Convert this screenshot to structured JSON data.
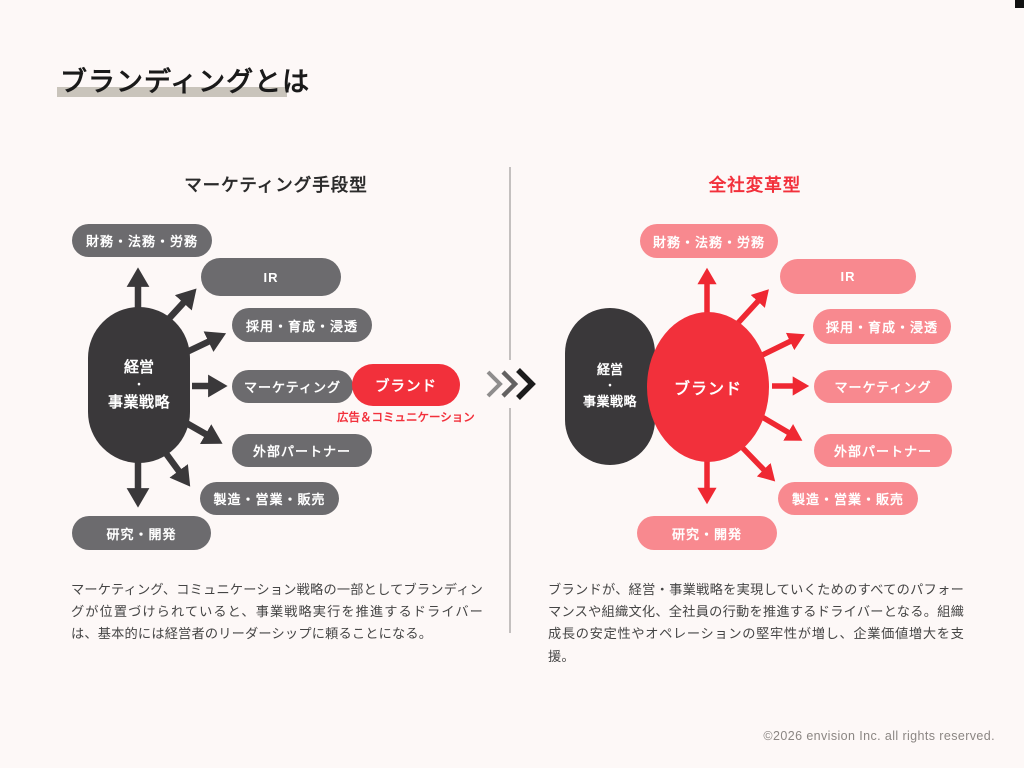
{
  "slide": {
    "title": "ブランディングとは",
    "footer": "©2026 envision Inc. all rights reserved."
  },
  "colors": {
    "background": "#FDF8F7",
    "accent_red": "#F2303B",
    "pink_pill": "#F8898F",
    "gray_pill": "#6C6B6E",
    "dark_shape": "#3A383A",
    "title_underline": "#C9C4BB"
  },
  "left_panel": {
    "title": "マーケティング手段型",
    "core_oval": {
      "line1": "経営",
      "line2": "・",
      "line3": "事業戦略"
    },
    "pills": [
      "財務・法務・労務",
      "IR",
      "採用・育成・浸透",
      "マーケティング",
      "外部パートナー",
      "製造・営業・販売",
      "研究・開発"
    ],
    "brand_pill": "ブランド",
    "brand_caption": "広告＆コミュニケーション",
    "description": "マーケティング、コミュニケーション戦略の一部としてブランディングが位置づけられていると、事業戦略実行を推進するドライバーは、基本的には経営者のリーダーシップに頼ることになる。"
  },
  "right_panel": {
    "title": "全社変革型",
    "core_oval": {
      "line1": "経営",
      "line2": "・",
      "line3": "事業戦略"
    },
    "brand_circle": "ブランド",
    "pills": [
      "財務・法務・労務",
      "IR",
      "採用・育成・浸透",
      "マーケティング",
      "外部パートナー",
      "製造・営業・販売",
      "研究・開発"
    ],
    "description": "ブランドが、経営・事業戦略を実現していくためのすべてのパフォーマンスや組織文化、全社員の行動を推進するドライバーとなる。組織成長の安定性やオペレーションの堅牢性が増し、企業価値増大を支援。"
  }
}
